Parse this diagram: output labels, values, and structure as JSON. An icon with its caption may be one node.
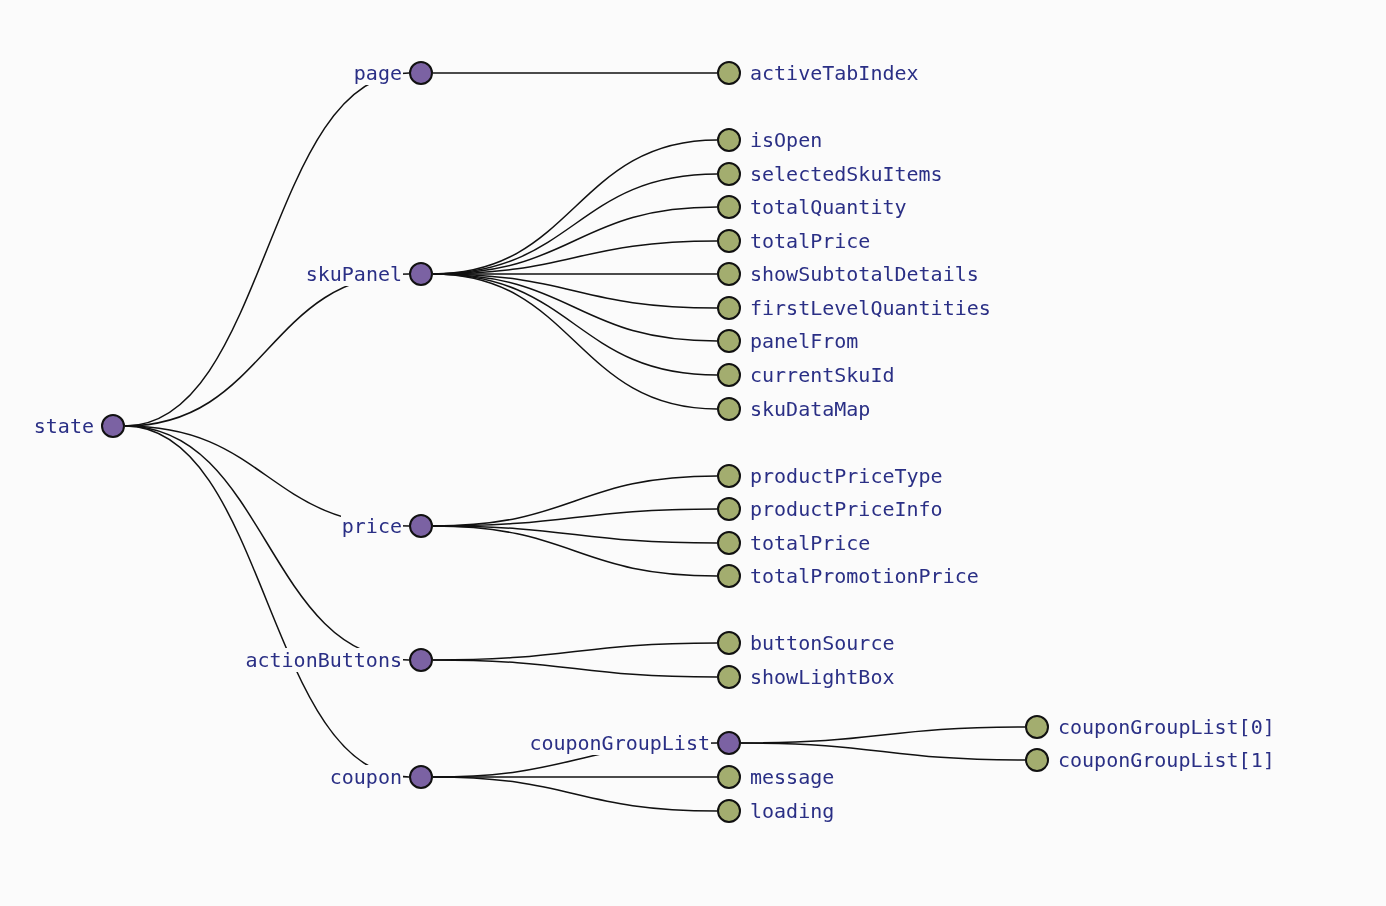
{
  "diagram": {
    "nodes": [
      {
        "text": [
          "state"
        ]
      },
      {
        "text": [
          "page"
        ]
      },
      {
        "text": [
          "activeTabIndex"
        ]
      },
      {
        "text": [
          "skuPanel"
        ]
      },
      {
        "text": [
          "isOpen"
        ]
      },
      {
        "text": [
          "selectedSkuItems"
        ]
      },
      {
        "text": [
          "totalQuantity"
        ]
      },
      {
        "text": [
          "totalPrice"
        ]
      },
      {
        "text": [
          "showSubtotalDetails"
        ]
      },
      {
        "text": [
          "firstLevelQuantities"
        ]
      },
      {
        "text": [
          "panelFrom"
        ]
      },
      {
        "text": [
          "currentSkuId"
        ]
      },
      {
        "text": [
          "skuDataMap"
        ]
      },
      {
        "text": [
          "price"
        ]
      },
      {
        "text": [
          "productPriceType"
        ]
      },
      {
        "text": [
          "productPriceInfo"
        ]
      },
      {
        "text": [
          "totalPrice"
        ]
      },
      {
        "text": [
          "totalPromotionPrice"
        ]
      },
      {
        "text": [
          "actionButtons"
        ]
      },
      {
        "text": [
          "buttonSource"
        ]
      },
      {
        "text": [
          "showLightBox"
        ]
      },
      {
        "text": [
          "coupon"
        ]
      },
      {
        "text": [
          "couponGroupList"
        ]
      },
      {
        "text": [
          "couponGroupList[0]"
        ]
      },
      {
        "text": [
          "couponGroupList[1]"
        ]
      },
      {
        "text": [
          "message"
        ]
      },
      {
        "text": [
          "loading"
        ]
      }
    ],
    "edges": [
      {
        "from": 0,
        "to": 1,
        "arrow": "none"
      },
      {
        "from": 1,
        "to": 2,
        "arrow": "none"
      },
      {
        "from": 0,
        "to": 3,
        "arrow": "none"
      },
      {
        "from": 3,
        "to": 4,
        "arrow": "none"
      },
      {
        "from": 3,
        "to": 5,
        "arrow": "none"
      },
      {
        "from": 3,
        "to": 6,
        "arrow": "none"
      },
      {
        "from": 3,
        "to": 7,
        "arrow": "none"
      },
      {
        "from": 3,
        "to": 8,
        "arrow": "none"
      },
      {
        "from": 3,
        "to": 9,
        "arrow": "none"
      },
      {
        "from": 3,
        "to": 10,
        "arrow": "none"
      },
      {
        "from": 3,
        "to": 11,
        "arrow": "none"
      },
      {
        "from": 3,
        "to": 12,
        "arrow": "none"
      },
      {
        "from": 0,
        "to": 13,
        "arrow": "none"
      },
      {
        "from": 13,
        "to": 14,
        "arrow": "none"
      },
      {
        "from": 13,
        "to": 15,
        "arrow": "none"
      },
      {
        "from": 13,
        "to": 16,
        "arrow": "none"
      },
      {
        "from": 13,
        "to": 17,
        "arrow": "none"
      },
      {
        "from": 0,
        "to": 18,
        "arrow": "none"
      },
      {
        "from": 18,
        "to": 19,
        "arrow": "none"
      },
      {
        "from": 18,
        "to": 20,
        "arrow": "none"
      },
      {
        "from": 0,
        "to": 21,
        "arrow": "none"
      },
      {
        "from": 21,
        "to": 22,
        "arrow": "none"
      },
      {
        "from": 22,
        "to": 23,
        "arrow": "none"
      },
      {
        "from": 22,
        "to": 24,
        "arrow": "none"
      },
      {
        "from": 21,
        "to": 25,
        "arrow": "none"
      },
      {
        "from": 21,
        "to": 26,
        "arrow": "none"
      }
    ]
  }
}
